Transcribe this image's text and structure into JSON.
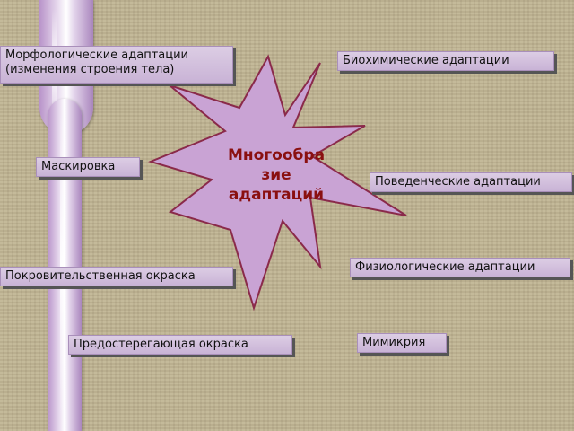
{
  "center": {
    "title": "Многообра\nзие\nадаптаций"
  },
  "boxes": {
    "morph": "Морфологические адаптации\n(изменения строения тела)",
    "biochem": "Биохимические адаптации",
    "mask": "Маскировка",
    "behav": "Поведенческие адаптации",
    "physio": "Физиологические адаптации",
    "protect": "Покровительственная окраска",
    "mimicry": "Мимикрия",
    "warning": "Предостерегающая окраска"
  },
  "colors": {
    "star_fill": "#c9a3d4",
    "star_stroke": "#8a2a4a",
    "title": "#8a1010",
    "background": "#bfb391"
  }
}
